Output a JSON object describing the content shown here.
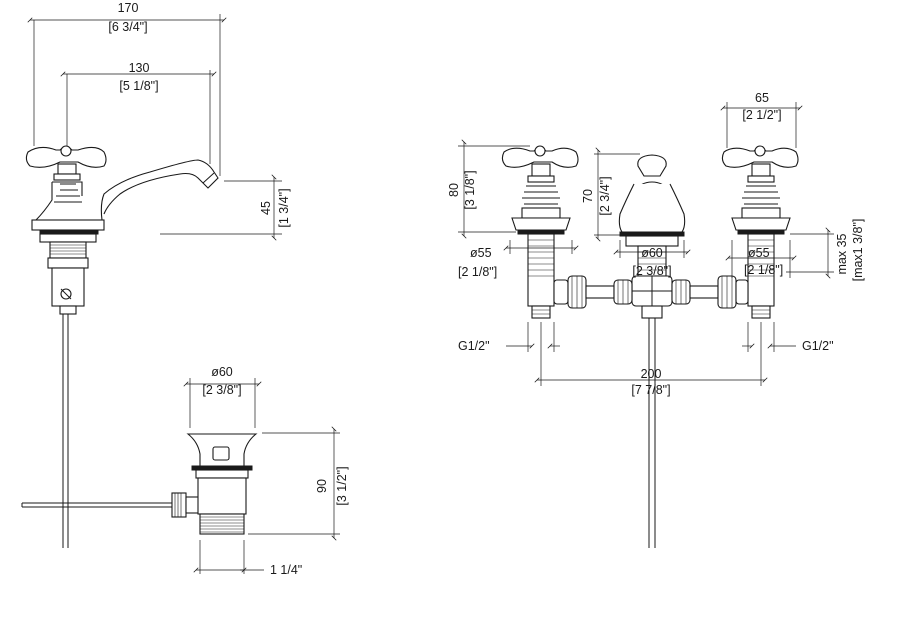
{
  "dimensions": {
    "spout_reach": {
      "mm": "170",
      "inch": "[6 3/4\"]"
    },
    "handle_to_outlet": {
      "mm": "130",
      "inch": "[5 1/8\"]"
    },
    "spout_height": {
      "mm": "45",
      "inch": "[1 3/4\"]"
    },
    "waste_diameter": {
      "mm": "ø60",
      "inch": "[2 3/8\"]"
    },
    "waste_height": {
      "mm": "90",
      "inch": "[3 1/2\"]"
    },
    "waste_thread": "1 1/4\"",
    "valve_height": {
      "mm": "80",
      "inch": "[3 1/8\"]"
    },
    "spout_body_height": {
      "mm": "70",
      "inch": "[2 3/4\"]"
    },
    "handle_width": {
      "mm": "65",
      "inch": "[2 1/2\"]"
    },
    "left_flange": {
      "mm": "ø55",
      "inch": "[2 1/8\"]"
    },
    "center_flange": {
      "mm": "ø60",
      "inch": "[2 3/8\"]"
    },
    "right_flange": {
      "mm": "ø55",
      "inch": "[2 1/8\"]"
    },
    "max_thickness": {
      "mm": "max 35",
      "inch": "[max1 3/8\"]"
    },
    "left_thread": "G1/2\"",
    "right_thread": "G1/2\"",
    "centers": {
      "mm": "200",
      "inch": "[7 7/8\"]"
    }
  }
}
